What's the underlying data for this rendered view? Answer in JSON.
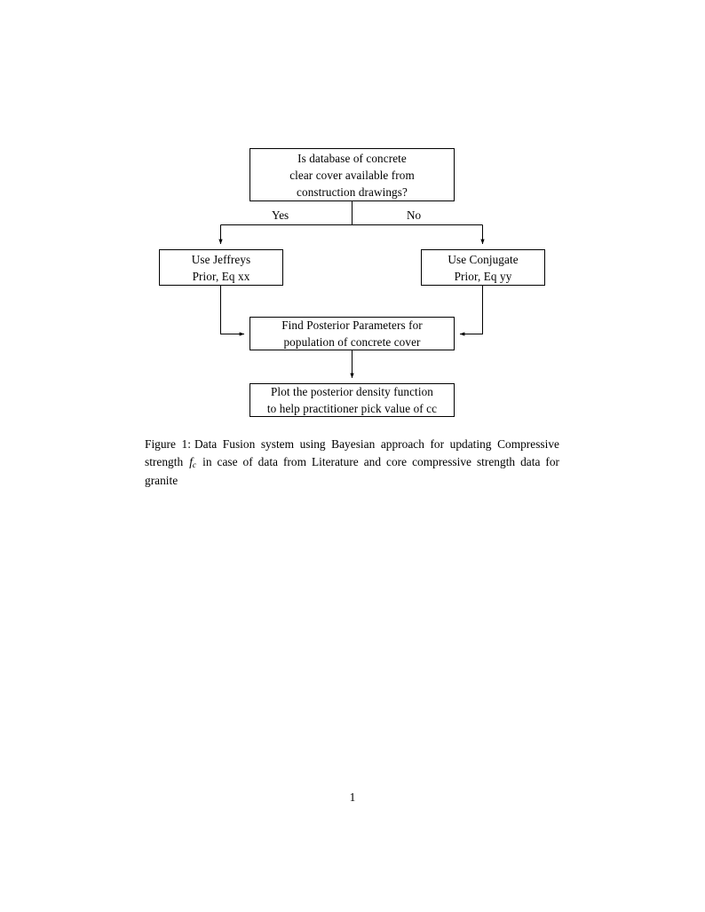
{
  "document": {
    "page_number": "1",
    "background_color": "#ffffff",
    "text_color": "#000000"
  },
  "figure": {
    "diagram_type": "flowchart",
    "line_color": "#000000",
    "nodes": [
      {
        "id": "question",
        "shape": "rectangle",
        "lines": [
          "Is database of concrete",
          "clear cover available from",
          "construction drawings?"
        ]
      },
      {
        "id": "jeffreys",
        "shape": "rectangle",
        "lines": [
          "Use Jeffreys",
          "Prior, Eq xx"
        ]
      },
      {
        "id": "conjugate",
        "shape": "rectangle",
        "lines": [
          "Use Conjugate",
          "Prior, Eq yy"
        ]
      },
      {
        "id": "posterior",
        "shape": "rectangle",
        "lines": [
          "Find Posterior Parameters for",
          "population of concrete cover"
        ]
      },
      {
        "id": "plot",
        "shape": "rectangle",
        "lines": [
          "Plot the posterior density function",
          "to help practitioner pick value of cc"
        ]
      }
    ],
    "edge_labels": {
      "yes": "Yes",
      "no": "No"
    },
    "edges": [
      {
        "from": "question",
        "to": "jeffreys",
        "label": "Yes"
      },
      {
        "from": "question",
        "to": "conjugate",
        "label": "No"
      },
      {
        "from": "jeffreys",
        "to": "posterior",
        "label": ""
      },
      {
        "from": "conjugate",
        "to": "posterior",
        "label": ""
      },
      {
        "from": "posterior",
        "to": "plot",
        "label": ""
      }
    ]
  },
  "caption": {
    "label": "Figure 1:",
    "text_part_1": "Data Fusion system using Bayesian approach for updating Compressive strength",
    "math_symbol": "f",
    "math_subscript": "c",
    "text_part_2": "in case of data from Literature and core compressive strength data for granite"
  }
}
